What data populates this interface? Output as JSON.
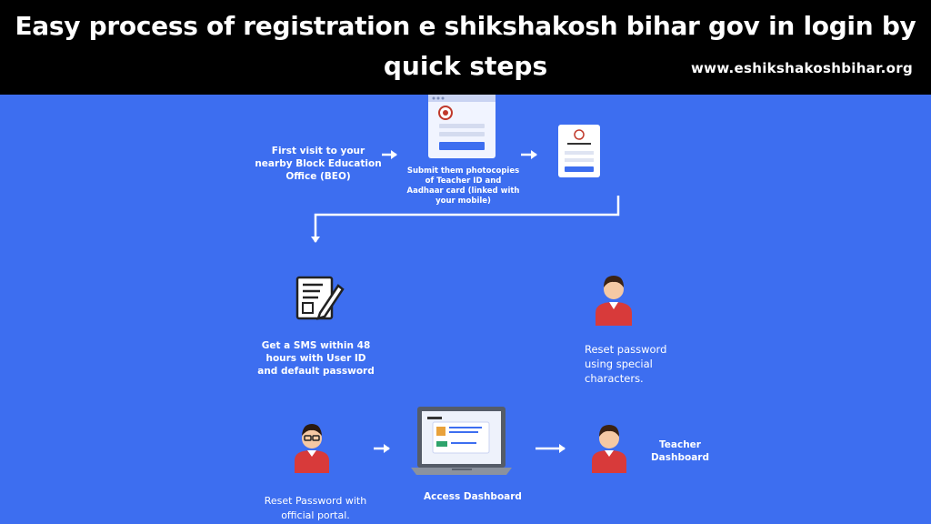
{
  "header": {
    "title_line1": "Easy process of registration e shikshakosh bihar gov in login by",
    "title_line2": "quick steps",
    "website": "www.eshikshakoshbihar.org"
  },
  "steps": {
    "visit_beo": "First visit to your nearby Block Education Office (BEO)",
    "submit_docs": "Submit them photocopies of Teacher ID and Aadhaar card (linked with your mobile)",
    "get_sms": "Get a SMS within 48 hours with User ID and default password",
    "reset_special": "Reset password using special characters.",
    "reset_official": "Reset Password with official portal.",
    "access_dashboard": "Access Dashboard",
    "teacher_dashboard": "Teacher Dashboard"
  },
  "colors": {
    "background": "#3d6ef0",
    "banner": "#000000",
    "accent": "#ffffff",
    "avatar_shirt": "#d83a3a",
    "screen_button": "#3d6ef0"
  },
  "icons": [
    "form-window-icon",
    "login-card-icon",
    "document-pen-icon",
    "person-icon",
    "person-glasses-icon",
    "laptop-dashboard-icon",
    "arrow-icon"
  ]
}
